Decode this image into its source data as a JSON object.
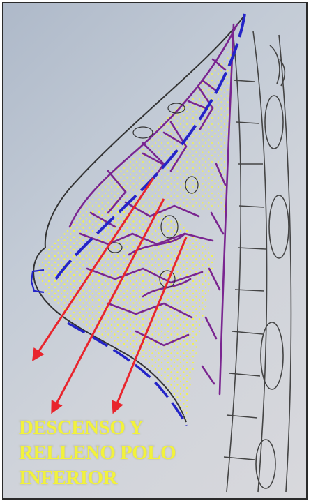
{
  "caption": {
    "line1": "DESCENSO Y",
    "line2": "RELLENO POLO",
    "line3": "INFERIOR"
  },
  "colors": {
    "caption_text": "#f2f23c",
    "arrow": "#e8252d",
    "dashed_contour": "#2424c8",
    "ducts": "#7a2590",
    "fill_dots": "#f3f34a",
    "pencil": "#333333",
    "background": "#c8ced8"
  }
}
